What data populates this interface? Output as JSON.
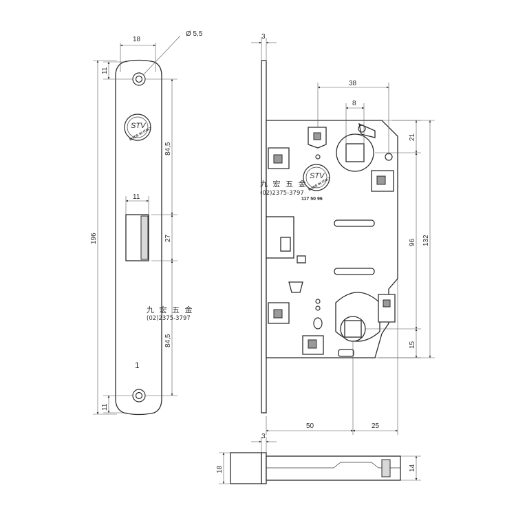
{
  "watermark": {
    "name": "九 宏 五 金",
    "phone": "(02)2375-3797"
  },
  "logo": {
    "text": "STV",
    "subtext": "MADE IN ITALY"
  },
  "product_code": "117 50 96",
  "faceplate_number": "1",
  "dimensions": {
    "faceplate_width": "18",
    "hole_diameter": "Ø 5,5",
    "hole_offset_top": "11",
    "hole_offset_bottom": "11",
    "total_height": "196",
    "upper_span": "84,5",
    "lower_span": "84,5",
    "latch_width": "11",
    "latch_height": "27",
    "plate_thickness": "3",
    "case_width_top": "38",
    "spindle_size": "8",
    "top_offset": "21",
    "center_distance": "96",
    "case_height": "132",
    "bottom_offset": "15",
    "backset": "50",
    "bottom_width": "25",
    "bottom_plate_thickness": "3",
    "front_height": "18",
    "case_depth": "14"
  }
}
